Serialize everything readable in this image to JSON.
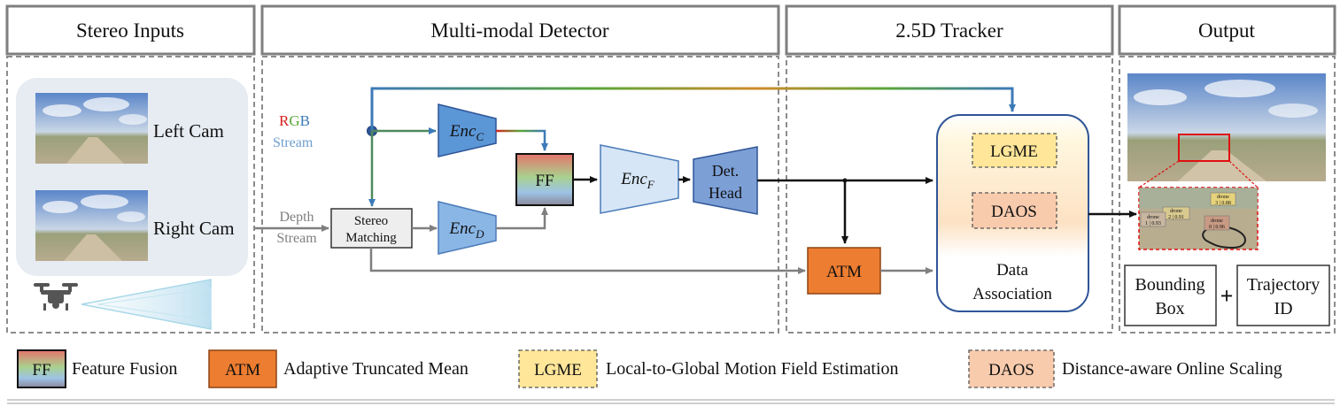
{
  "sections": {
    "stereo_inputs": "Stereo Inputs",
    "detector": "Multi-modal Detector",
    "tracker": "2.5D Tracker",
    "output": "Output"
  },
  "inputs": {
    "left_cam": "Left Cam",
    "right_cam": "Right Cam"
  },
  "streams": {
    "rgb_r": "R",
    "rgb_g": "G",
    "rgb_b": "B",
    "rgb_stream": "Stream",
    "depth_line1": "Depth",
    "depth_line2": "Stream"
  },
  "detector": {
    "stereo_matching_line1": "Stereo",
    "stereo_matching_line2": "Matching",
    "enc_c": "Enc",
    "enc_c_sub": "C",
    "enc_d": "Enc",
    "enc_d_sub": "D",
    "enc_f": "Enc",
    "enc_f_sub": "F",
    "ff": "FF",
    "det_head_line1": "Det.",
    "det_head_line2": "Head"
  },
  "tracker": {
    "lgme": "LGME",
    "daos": "DAOS",
    "atm": "ATM",
    "data_assoc_line1": "Data",
    "data_assoc_line2": "Association"
  },
  "output": {
    "bounding_box_line1": "Bounding",
    "bounding_box_line2": "Box",
    "plus": "+",
    "trajectory_line1": "Trajectory",
    "trajectory_line2": "ID",
    "drone_labels": [
      {
        "line1": "drone",
        "line2": "3 | 0.88"
      },
      {
        "line1": "drone",
        "line2": "2 | 0.91"
      },
      {
        "line1": "drone",
        "line2": "1 | 0.93"
      },
      {
        "line1": "drone",
        "line2": "0 | 0.96"
      }
    ]
  },
  "legend": {
    "ff_abbr": "FF",
    "ff_text": "Feature Fusion",
    "atm_abbr": "ATM",
    "atm_text": "Adaptive Truncated Mean",
    "lgme_abbr": "LGME",
    "lgme_text": "Local-to-Global Motion Field Estimation",
    "daos_abbr": "DAOS",
    "daos_text": "Distance-aware Online Scaling"
  },
  "colors": {
    "rgb_red": "#d62020",
    "rgb_green": "#5aa637",
    "rgb_blue": "#3c7ab8",
    "encoder_fill": "#5b96d6",
    "encoder_light": "#d6e6f6",
    "det_head": "#7c9fd6",
    "atm_orange": "#ed7d31",
    "lgme_yellow": "#ffe699",
    "daos_peach": "#f8cbad",
    "arrow_gray": "#7f7f7f"
  }
}
